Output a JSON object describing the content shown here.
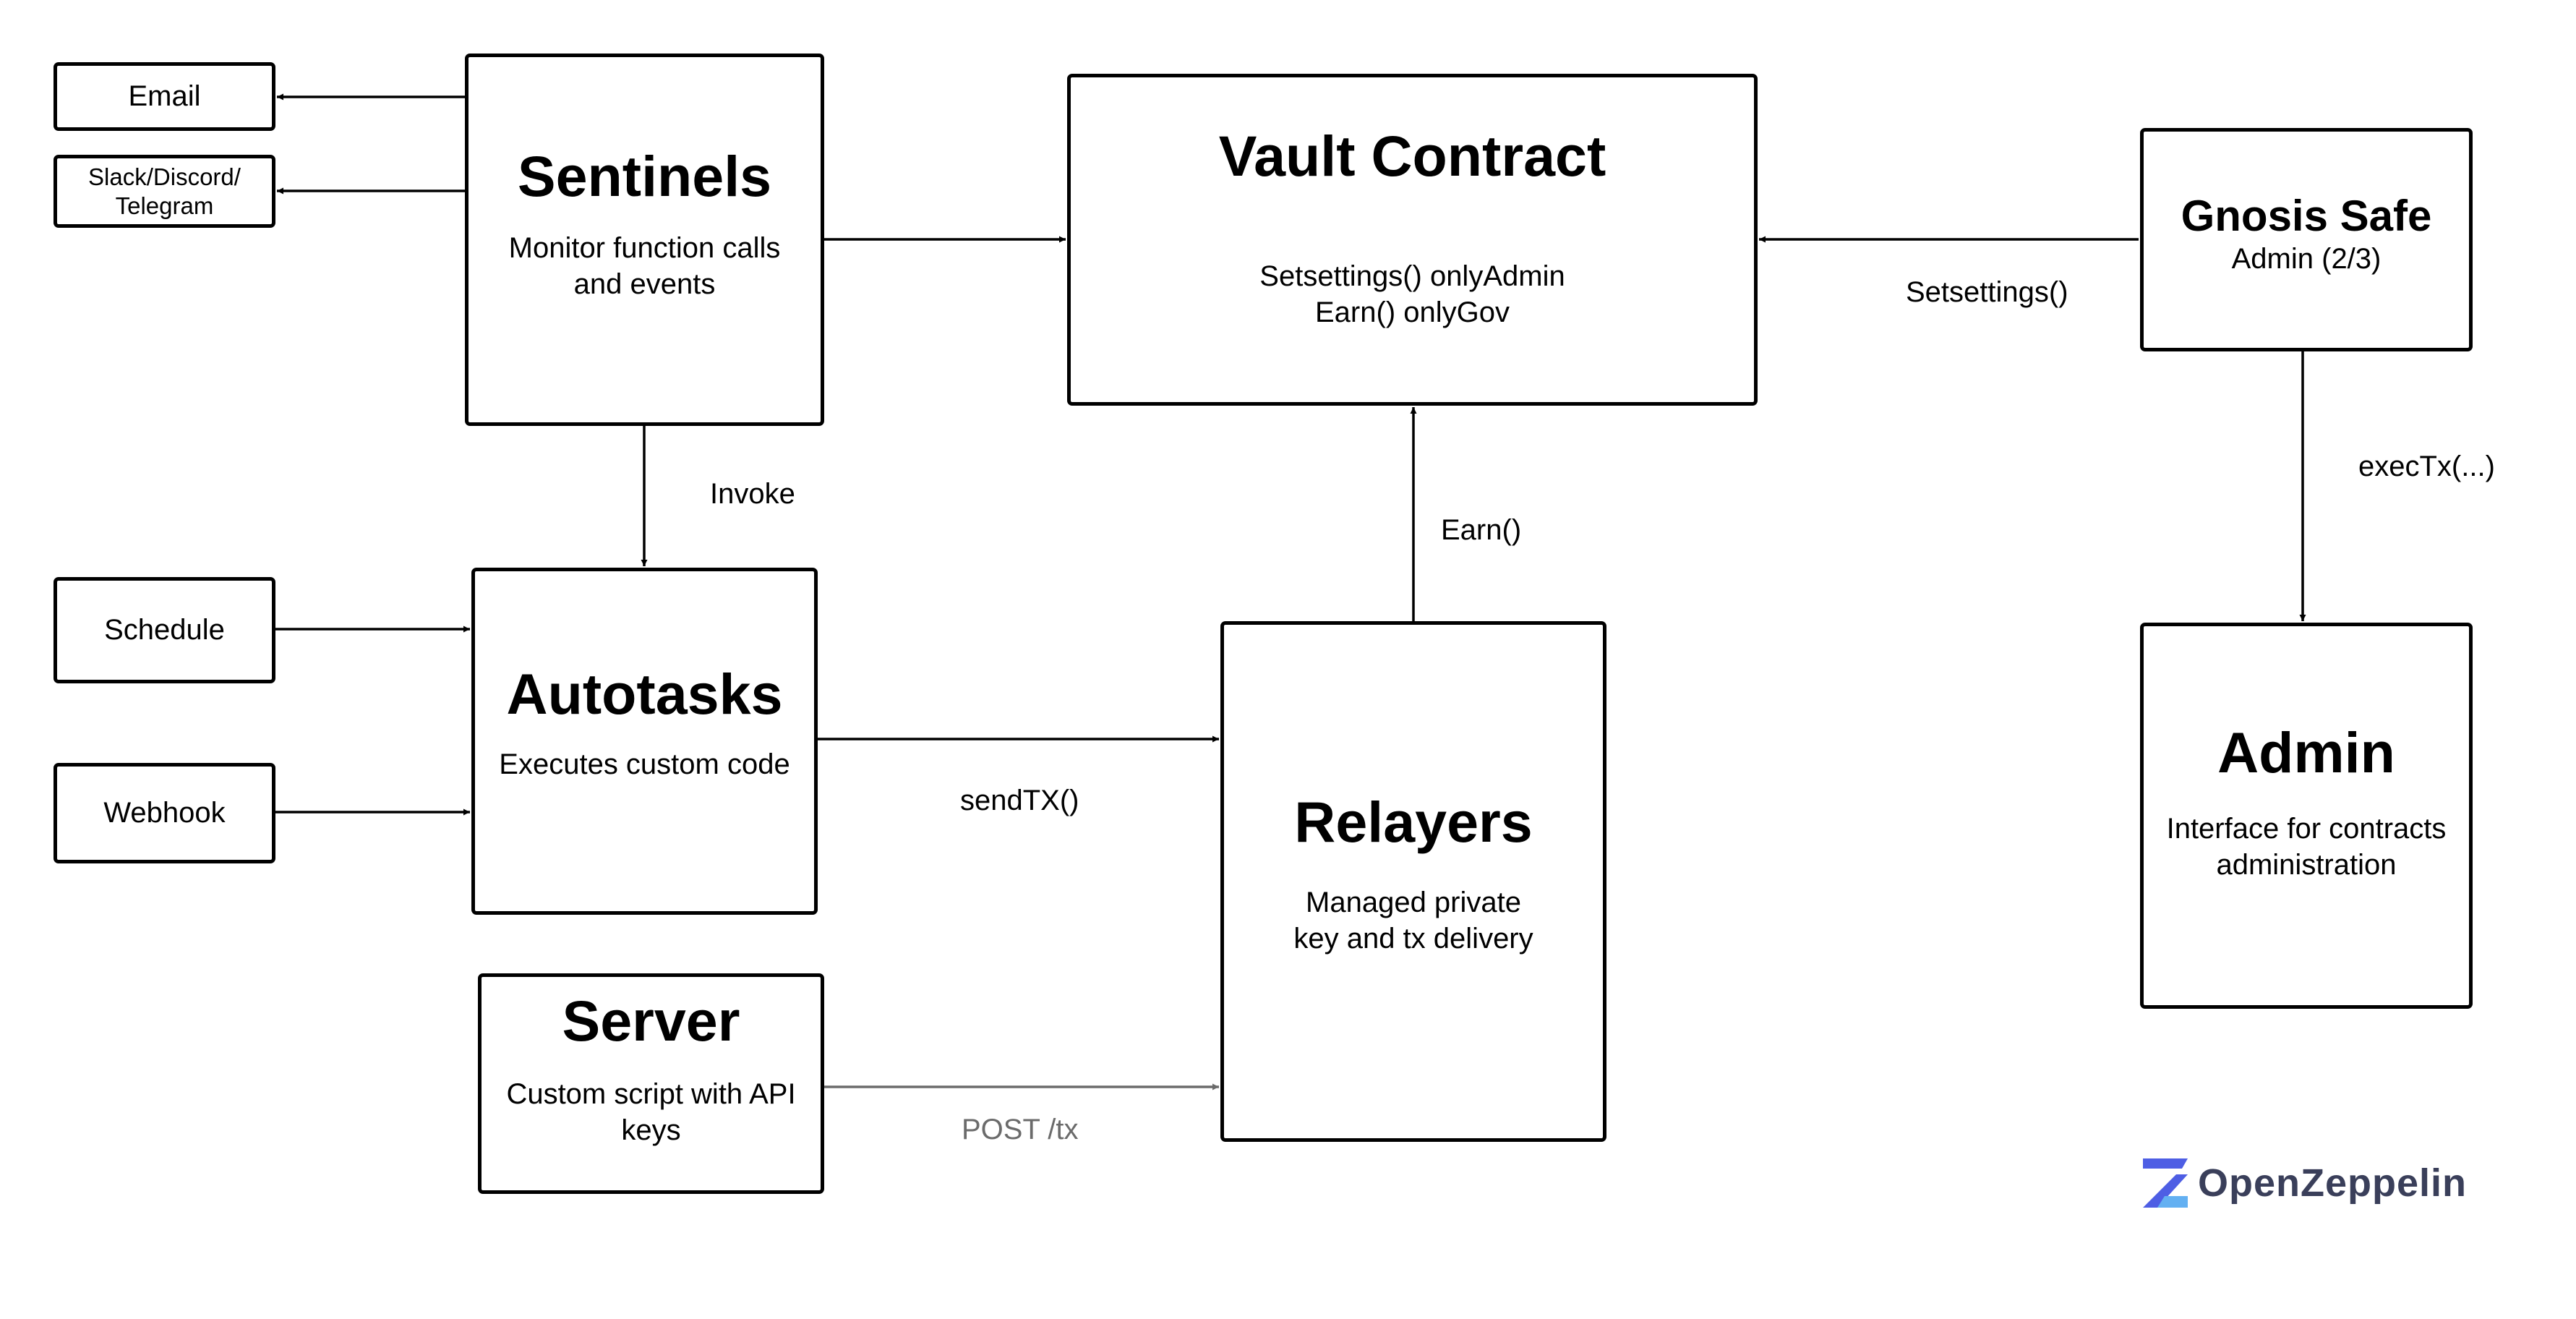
{
  "nodes": {
    "email": {
      "label": "Email"
    },
    "chat": {
      "label_line1": "Slack/Discord/",
      "label_line2": "Telegram"
    },
    "schedule": {
      "label": "Schedule"
    },
    "webhook": {
      "label": "Webhook"
    },
    "sentinels": {
      "title": "Sentinels",
      "desc_line1": "Monitor function calls",
      "desc_line2": "and events"
    },
    "autotasks": {
      "title": "Autotasks",
      "desc": "Executes custom code"
    },
    "server": {
      "title": "Server",
      "desc_line1": "Custom script with API",
      "desc_line2": "keys"
    },
    "vault": {
      "title": "Vault Contract",
      "desc_line1": "Setsettings() onlyAdmin",
      "desc_line2": "Earn() onlyGov"
    },
    "relayers": {
      "title": "Relayers",
      "desc_line1": "Managed private",
      "desc_line2": "key and tx delivery"
    },
    "gnosis": {
      "title": "Gnosis Safe",
      "subtitle": "Admin (2/3)"
    },
    "admin": {
      "title": "Admin",
      "desc_line1": "Interface for contracts",
      "desc_line2": "administration"
    }
  },
  "edge_labels": {
    "invoke": "Invoke",
    "sendtx": "sendTX()",
    "post_tx": "POST /tx",
    "earn": "Earn()",
    "setsettings": "Setsettings()",
    "exectx": "execTx(...)"
  },
  "logo": {
    "text": "OpenZeppelin",
    "color_top": "#4e5ee4",
    "color_bottom": "#63b0f2"
  },
  "colors": {
    "stroke": "#000000",
    "muted": "#6b6b6b"
  }
}
